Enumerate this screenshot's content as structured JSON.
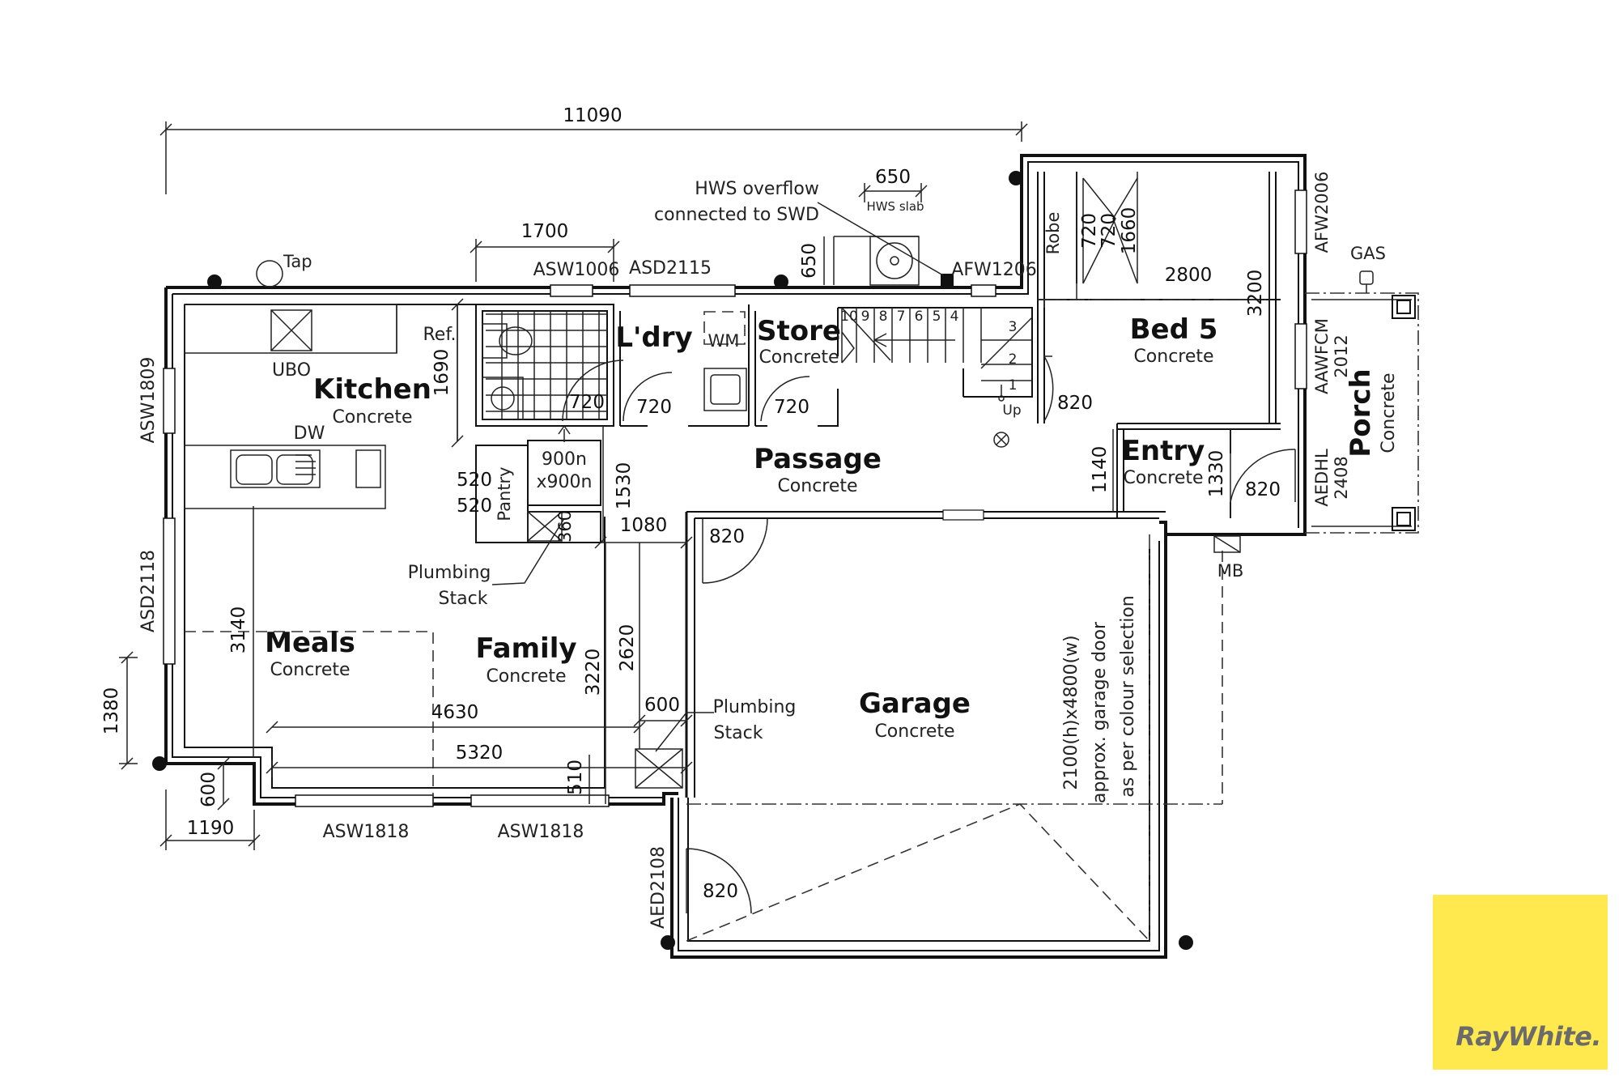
{
  "rooms": {
    "kitchen": {
      "name": "Kitchen",
      "floor": "Concrete"
    },
    "ldry": {
      "name": "L'dry"
    },
    "store": {
      "name": "Store",
      "floor": "Concrete"
    },
    "bed5": {
      "name": "Bed 5",
      "floor": "Concrete"
    },
    "passage": {
      "name": "Passage",
      "floor": "Concrete"
    },
    "entry": {
      "name": "Entry",
      "floor": "Concrete"
    },
    "porch": {
      "name": "Porch",
      "floor": "Concrete"
    },
    "meals": {
      "name": "Meals",
      "floor": "Concrete"
    },
    "family": {
      "name": "Family",
      "floor": "Concrete"
    },
    "garage": {
      "name": "Garage",
      "floor": "Concrete"
    },
    "robe": {
      "name": "Robe"
    },
    "pantry": {
      "name": "Pantry"
    }
  },
  "labels": {
    "tap": "Tap",
    "ubo": "UBO",
    "ref": "Ref.",
    "dw": "DW",
    "wm": "WM",
    "gas": "GAS",
    "mb": "MB",
    "up": "Up",
    "hws_slab": "HWS slab",
    "hws_overflow_1": "HWS overflow",
    "hws_overflow_2": "connected to SWD",
    "plumbing_stack_a_1": "Plumbing",
    "plumbing_stack_a_2": "Stack",
    "plumbing_stack_b_1": "Plumbing",
    "plumbing_stack_b_2": "Stack",
    "shower_1": "900n",
    "shower_2": "x900n",
    "garage_door_1": "2100(h)x4800(w)",
    "garage_door_2": "approx. garage door",
    "garage_door_3": "as per colour selection",
    "stairs": [
      "10",
      "9",
      "8",
      "7",
      "6",
      "5",
      "4",
      "3",
      "2",
      "1"
    ]
  },
  "windows": {
    "asw1006": "ASW1006",
    "asd2115": "ASD2115",
    "afw1206": "AFW1206",
    "afw2006": "AFW2006",
    "aawfcm2012_1": "AAWFCM",
    "aawfcm2012_2": "2012",
    "aedhl2408_1": "AEDHL",
    "aedhl2408_2": "2408",
    "asw1809": "ASW1809",
    "asd2118": "ASD2118",
    "asw1818_a": "ASW1818",
    "asw1818_b": "ASW1818",
    "aed2108": "AED2108"
  },
  "dimensions": {
    "overall_width": "11090",
    "d1700": "1700",
    "d650_top": "650",
    "d650_side": "650",
    "d2800": "2800",
    "d3200": "3200",
    "d720_robe_a": "720",
    "d720_robe_b": "720",
    "d1660": "1660",
    "d1690": "1690",
    "d720_door_a": "720",
    "d720_door_b": "720",
    "d720_door_c": "720",
    "d820_bed": "820",
    "d1140": "1140",
    "d1330": "1330",
    "d820_entry": "820",
    "d520_a": "520",
    "d520_b": "520",
    "d1530": "1530",
    "d360": "360",
    "d1080": "1080",
    "d820_garage_int": "820",
    "d3140": "3140",
    "d3220": "3220",
    "d2620": "2620",
    "d4630": "4630",
    "d5320": "5320",
    "d600_right": "600",
    "d510": "510",
    "d1380": "1380",
    "d600_left": "600",
    "d1190": "1190",
    "d820_garage_ext": "820"
  },
  "logo": {
    "text": "RayWhite."
  }
}
